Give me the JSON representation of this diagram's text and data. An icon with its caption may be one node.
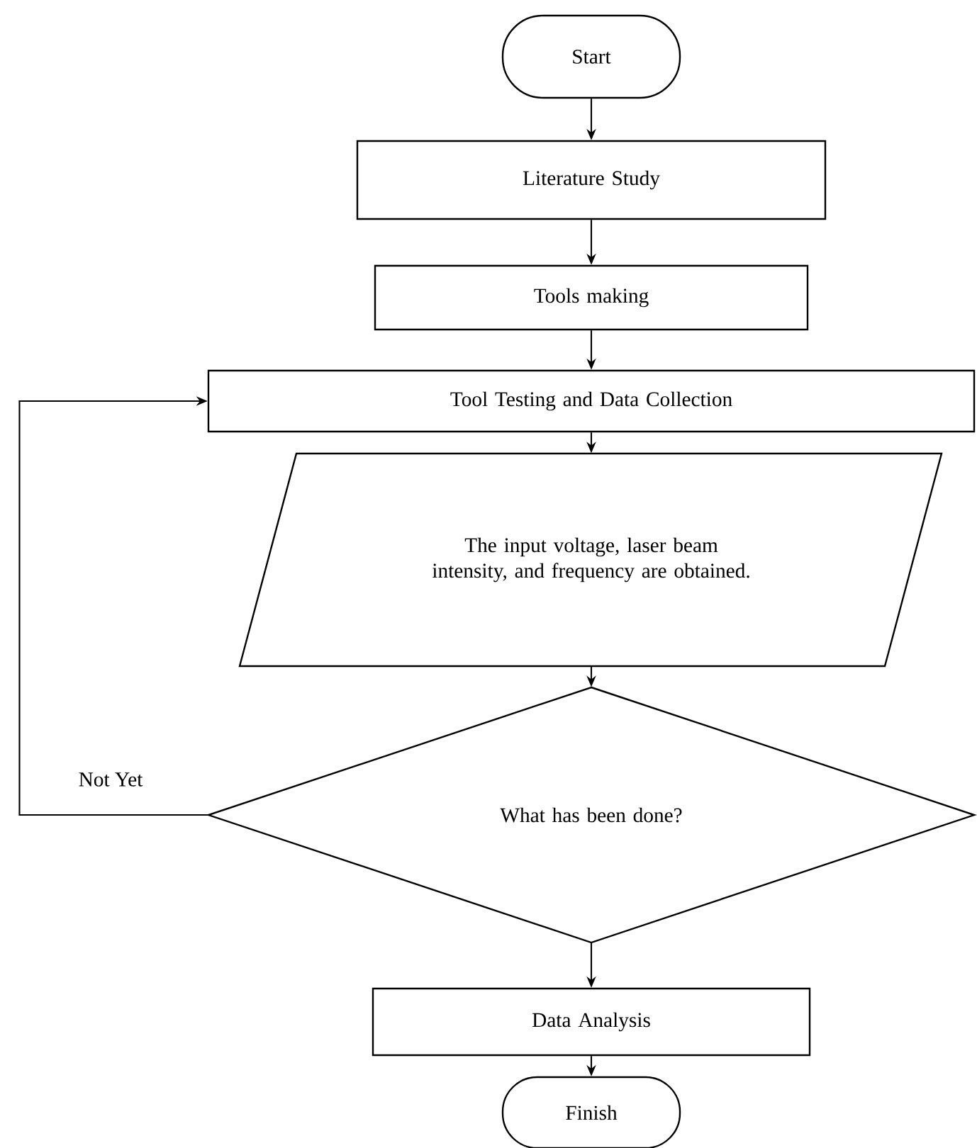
{
  "diagram": {
    "nodes": [
      {
        "text": [
          "Start"
        ]
      },
      {
        "text": [
          "Literature Study"
        ]
      },
      {
        "text": [
          "Tools making"
        ]
      },
      {
        "text": [
          "Tool Testing and Data Collection"
        ]
      },
      {
        "text": [
          "The input voltage, laser beam intensity, and frequency are obtained."
        ]
      },
      {
        "text": [
          "What has been done?"
        ]
      },
      {
        "text": [
          "Data Analysis"
        ]
      },
      {
        "text": [
          "Finish"
        ]
      }
    ],
    "edges": [
      {
        "from": 0,
        "to": 1,
        "arrow": "to"
      },
      {
        "from": 1,
        "to": 2,
        "arrow": "to"
      },
      {
        "from": 2,
        "to": 3,
        "arrow": "to"
      },
      {
        "from": 3,
        "to": 4,
        "arrow": "to"
      },
      {
        "from": 4,
        "to": 5,
        "arrow": "to"
      },
      {
        "from": 5,
        "to": 3,
        "arrow": "to",
        "label": "Not Yet"
      },
      {
        "from": 5,
        "to": 6,
        "arrow": "to"
      },
      {
        "from": 6,
        "to": 7,
        "arrow": "to"
      }
    ]
  }
}
